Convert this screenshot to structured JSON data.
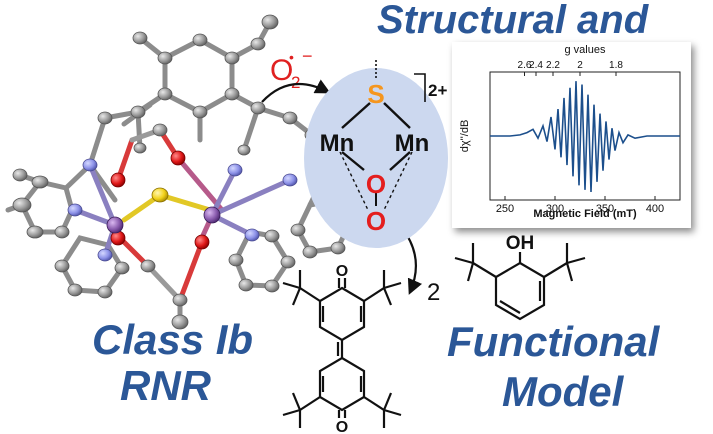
{
  "title_top": "Structural and",
  "title_left_line1": "Class Ib",
  "title_left_line2": "RNR",
  "title_right_line1": "Functional",
  "title_right_line2": "Model",
  "core": {
    "sulfur": "S",
    "manganese_left": "Mn",
    "manganese_right": "Mn",
    "oxygen_upper": "O",
    "oxygen_lower": "O",
    "charge": "2+"
  },
  "superoxide": {
    "symbol": "O",
    "subscript": "2",
    "dot": "•",
    "charge": "−"
  },
  "phenol": {
    "label": "OH"
  },
  "product": {
    "oxygen_top": "O",
    "oxygen_bottom": "O"
  },
  "stoichiometry": "2",
  "colors": {
    "title_blue": "#2b5797",
    "superoxide_red": "#e02020",
    "sulfur_orange": "#f5961e",
    "oxygen_red": "#e41e1e",
    "ellipse_fill": "#ccd8ef",
    "epr_trace": "#1c4f8c"
  },
  "chart_data": {
    "type": "line",
    "title": "",
    "xlabel": "Magnetic Field (mT)",
    "ylabel": "dχ''/dB",
    "top_axis_label": "g values",
    "top_ticks": [
      "2.6",
      "2.4",
      "2.2",
      "2",
      "1.8"
    ],
    "top_tick_fields": [
      269.5,
      281,
      298,
      325,
      361
    ],
    "xticks": [
      250,
      300,
      350,
      400
    ],
    "xlim": [
      235,
      425
    ],
    "grid": false,
    "series": [
      {
        "values_note_free": true,
        "x": [
          235,
          255,
          265,
          272,
          278,
          283,
          288,
          292,
          296,
          300,
          303,
          306,
          309,
          312,
          315,
          318,
          321,
          324,
          327,
          330,
          333,
          336,
          339,
          342,
          345,
          348,
          351,
          354,
          357,
          360,
          364,
          368,
          373,
          380,
          392,
          405,
          425
        ],
        "y": [
          0,
          0,
          0.02,
          0.06,
          0.12,
          -0.04,
          0.18,
          -0.1,
          0.34,
          -0.24,
          0.48,
          -0.38,
          0.68,
          -0.52,
          0.86,
          -0.72,
          0.98,
          -0.88,
          0.92,
          -0.96,
          0.74,
          -1.0,
          0.56,
          -0.82,
          0.4,
          -0.62,
          0.26,
          -0.42,
          0.14,
          -0.26,
          0.06,
          -0.12,
          0.02,
          -0.04,
          0,
          0,
          0
        ]
      }
    ]
  }
}
